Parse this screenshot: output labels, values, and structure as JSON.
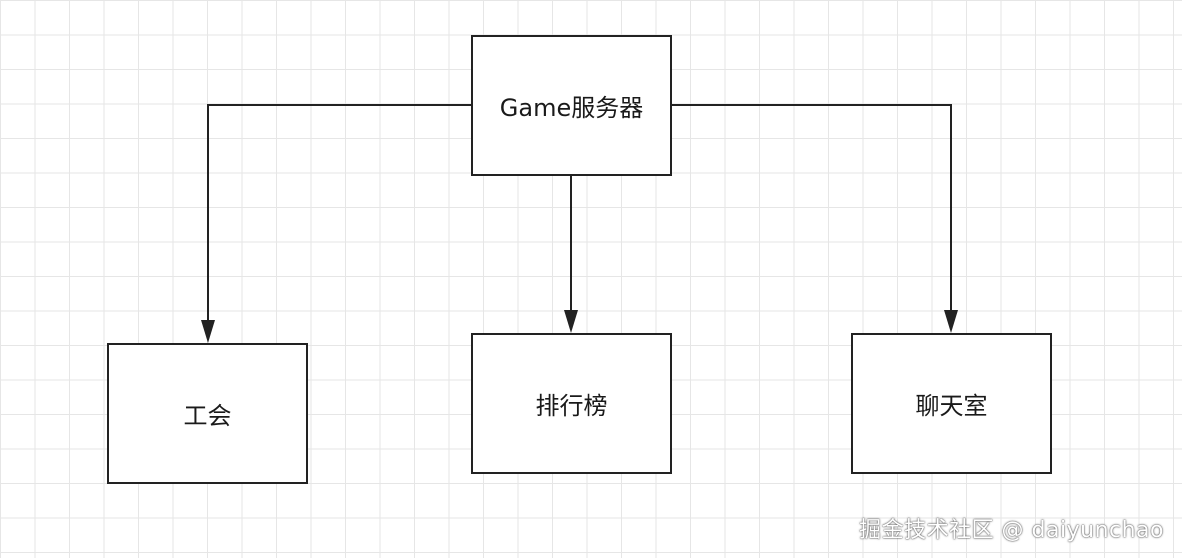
{
  "diagram": {
    "root": {
      "label": "Game服务器"
    },
    "children": [
      {
        "label": "工会"
      },
      {
        "label": "排行榜"
      },
      {
        "label": "聊天室"
      }
    ]
  },
  "watermark": {
    "text": "掘金技术社区 @ daiyunchao"
  },
  "colors": {
    "stroke": "#222222",
    "grid": "#e6e6e6",
    "background": "#ffffff"
  }
}
